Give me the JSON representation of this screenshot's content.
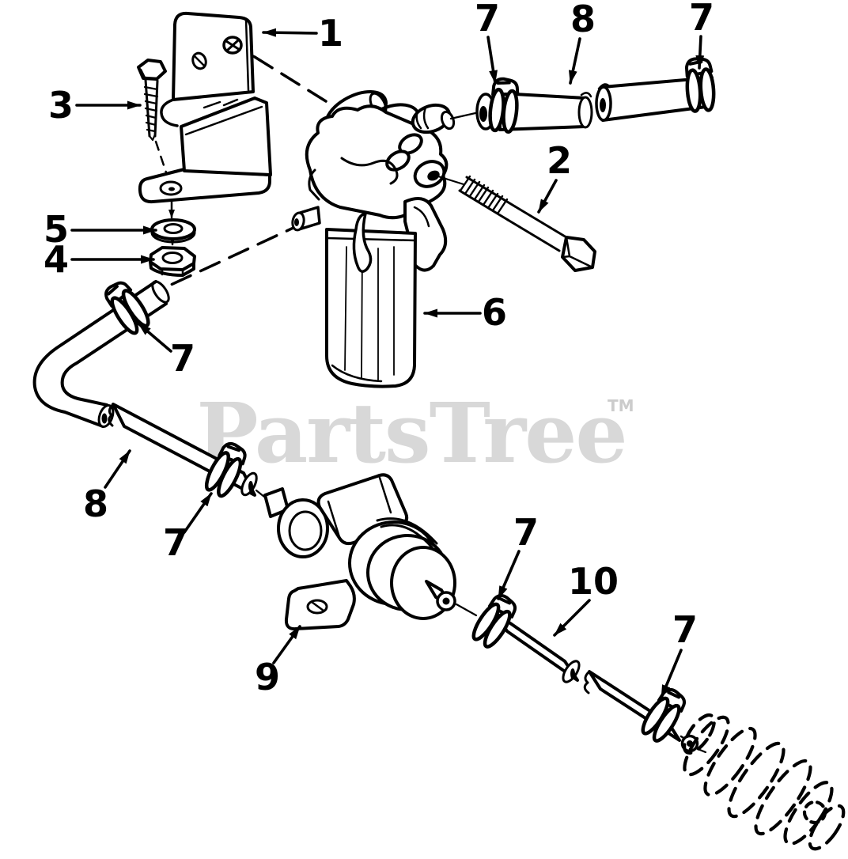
{
  "diagram": {
    "background": "#ffffff",
    "ink": "#000000",
    "watermark": {
      "text": "PartsTree",
      "tm": "TM",
      "color": "#d8d8d8",
      "tm_color": "#cccccc"
    },
    "callouts": [
      {
        "label": "1"
      },
      {
        "label": "3"
      },
      {
        "label": "5"
      },
      {
        "label": "4"
      },
      {
        "label": "7"
      },
      {
        "label": "8"
      },
      {
        "label": "7"
      },
      {
        "label": "2"
      },
      {
        "label": "6"
      },
      {
        "label": "7"
      },
      {
        "label": "8"
      },
      {
        "label": "7"
      },
      {
        "label": "9"
      },
      {
        "label": "7"
      },
      {
        "label": "10"
      },
      {
        "label": "7"
      }
    ]
  }
}
